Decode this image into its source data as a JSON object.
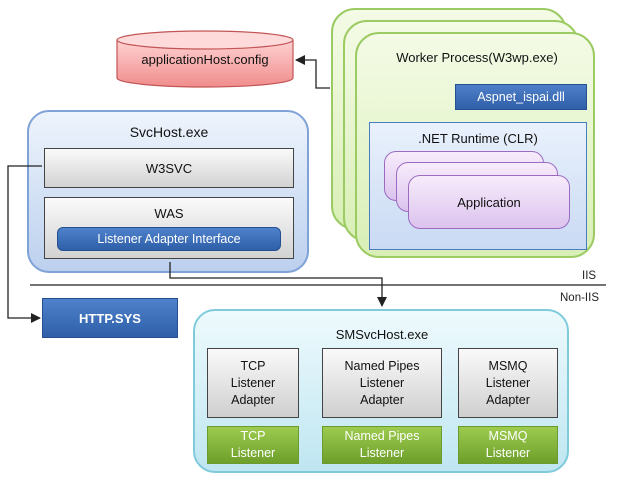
{
  "config": {
    "label": "applicationHost.config"
  },
  "worker_process": {
    "title": "Worker Process(W3wp.exe)",
    "module": "Aspnet_ispai.dll",
    "runtime_title": ".NET Runtime (CLR)",
    "application": "Application"
  },
  "svchost": {
    "title": "SvcHost.exe",
    "w3svc": "W3SVC",
    "was": "WAS",
    "listener_adapter_interface": "Listener Adapter Interface"
  },
  "http_sys": "HTTP.SYS",
  "boundary": {
    "upper": "IIS",
    "lower": "Non-IIS"
  },
  "smsvchost": {
    "title": "SMSvcHost.exe",
    "adapters": [
      {
        "lines": [
          "TCP",
          "Listener",
          "Adapter"
        ],
        "listener_lines": [
          "TCP",
          "Listener"
        ]
      },
      {
        "lines": [
          "Named Pipes",
          "Listener",
          "Adapter"
        ],
        "listener_lines": [
          "Named Pipes",
          "Listener"
        ]
      },
      {
        "lines": [
          "MSMQ",
          "Listener",
          "Adapter"
        ],
        "listener_lines": [
          "MSMQ",
          "Listener"
        ]
      }
    ]
  },
  "colors": {
    "config_fill": "#f4a3a3",
    "worker_fill": "#e3f4c8",
    "svchost_fill": "#c9daf3",
    "smsvchost_fill": "#cdeef5",
    "blue_box": "#3a6cb8",
    "green_listener": "#86b83e"
  }
}
